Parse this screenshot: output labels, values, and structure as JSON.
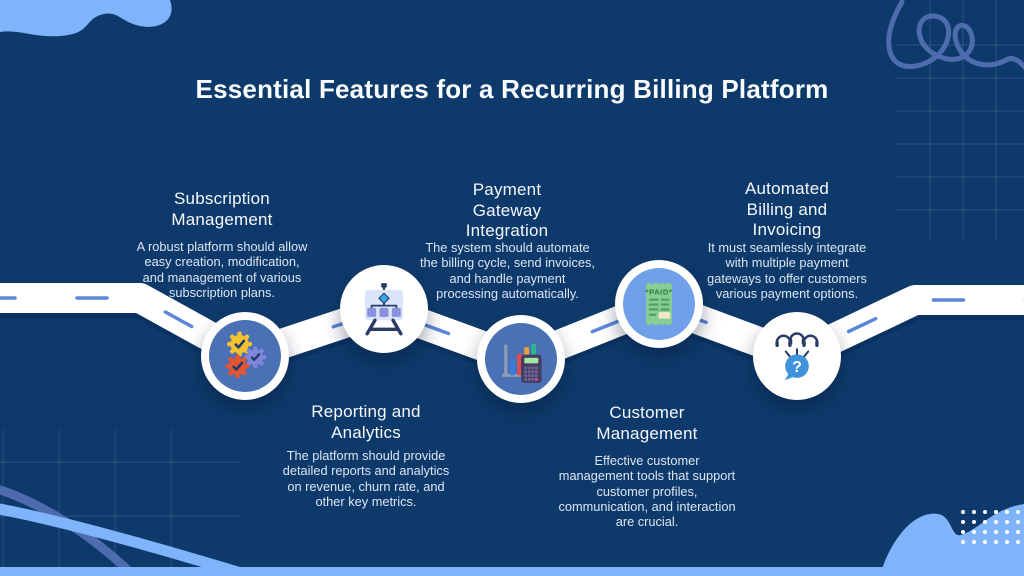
{
  "title": "Essential Features for a Recurring Billing Platform",
  "colors": {
    "background": "#0E3A6B",
    "title_text": "#FBFCFE",
    "body_text": "#DCE5F3",
    "road": "#FFFFFF",
    "lane_dash": "#5C86D8",
    "node_blue": "#4A70B5",
    "node_light_blue": "#6FA0E8",
    "accent_light_blue": "#7FB3FA",
    "accent_medium_blue": "#4E6CAD"
  },
  "features": [
    {
      "heading": "Subscription Management",
      "body": "A robust platform should allow easy creation, modification, and management of various subscription plans.",
      "icon": "gears-icon",
      "text_position": "top"
    },
    {
      "heading": "Payment Gateway Integration",
      "body": "The system should automate the billing cycle, send invoices, and handle payment processing automatically.",
      "icon": "bar-chart-calculator-icon",
      "text_position": "top"
    },
    {
      "heading": "Automated Billing and Invoicing",
      "body": "It must seamlessly integrate with multiple payment gateways to offer customers various payment options.",
      "icon": "customer-support-icon",
      "text_position": "top"
    },
    {
      "heading": "Reporting and Analytics",
      "body": "The platform should provide detailed reports and analytics on revenue, churn rate, and other key metrics.",
      "icon": "presentation-org-chart-icon",
      "text_position": "bottom"
    },
    {
      "heading": "Customer Management",
      "body": "Effective customer management tools that support customer profiles, communication, and interaction are crucial.",
      "icon": "paid-receipt-icon",
      "text_position": "bottom"
    }
  ],
  "receipt_stamp_text": "*PAID*",
  "question_mark": "?",
  "decorations": [
    "top-left-blob",
    "top-right-squiggle",
    "top-right-grid",
    "bottom-left-grid",
    "bottom-left-arcs",
    "bottom-right-blob",
    "bottom-right-dot-grid",
    "bottom-strip"
  ]
}
